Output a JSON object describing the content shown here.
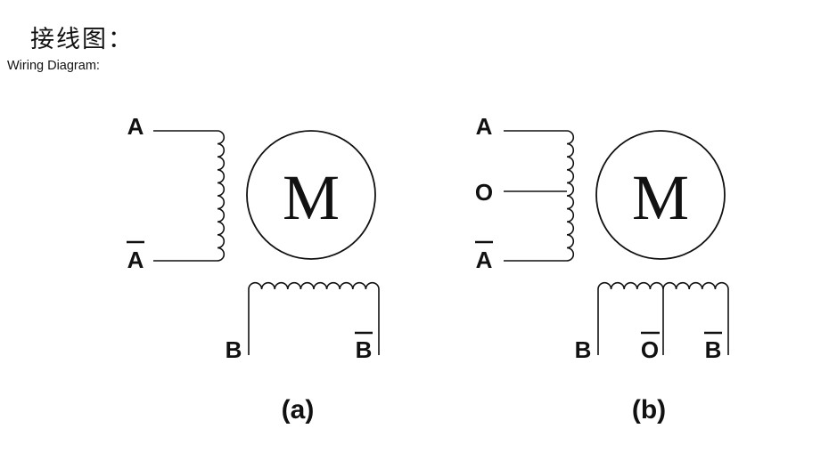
{
  "header": {
    "title_cn": "接线图：",
    "title_en": "Wiring Diagram:"
  },
  "diagram_a": {
    "caption": "(a)",
    "motor": "M",
    "phase_a_labels": [
      "A",
      "A"
    ],
    "phase_b_labels": [
      "B",
      "B"
    ]
  },
  "diagram_b": {
    "caption": "(b)",
    "motor": "M",
    "phase_a_labels": [
      "A",
      "O",
      "A"
    ],
    "phase_b_labels": [
      "B",
      "O",
      "B"
    ]
  }
}
